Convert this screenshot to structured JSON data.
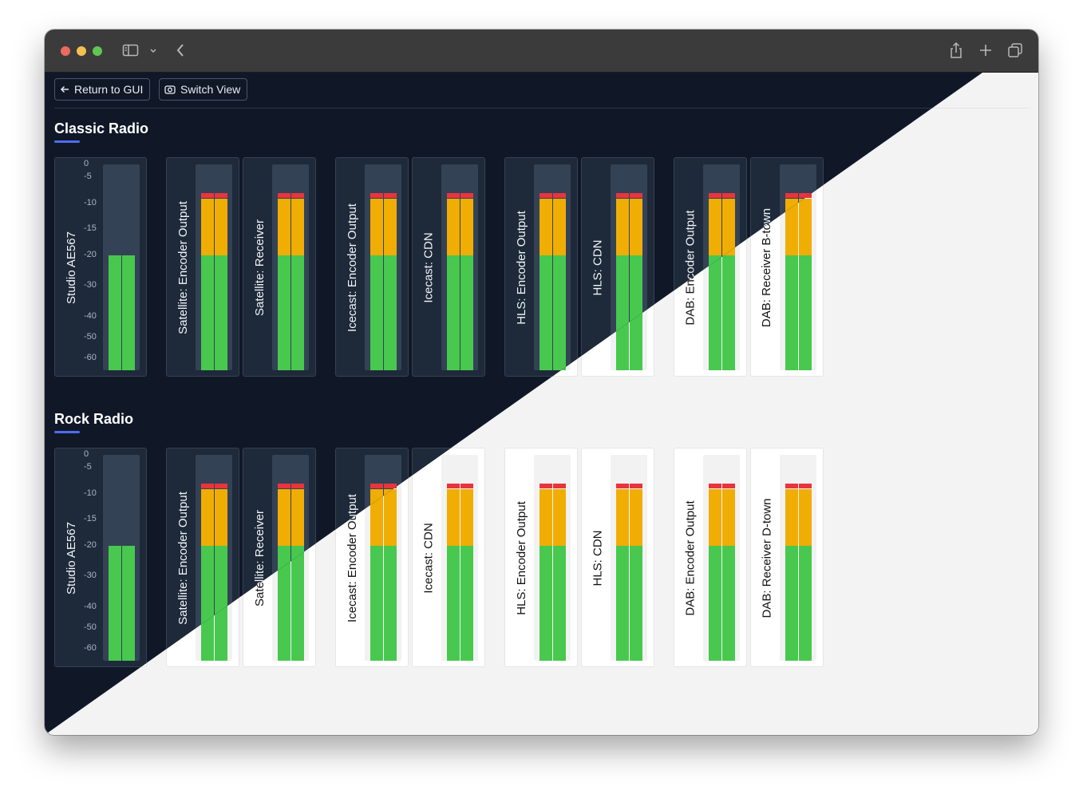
{
  "toolbar": {
    "return_label": "Return to GUI",
    "switch_label": "Switch View"
  },
  "colors": {
    "dark_bg": "#101828",
    "light_bg": "#f3f3f3",
    "green": "#48c84f",
    "yellow": "#f0ad04",
    "red": "#e8343f",
    "accent": "#4f6bf0"
  },
  "scale_labels": [
    "0",
    "-5",
    "-10",
    "-15",
    "-20",
    "-30",
    "-40",
    "-50",
    "-60"
  ],
  "meter_levels": {
    "green_peak_db": -20,
    "yellow_peak_db": -9,
    "red_peak_db": -8
  },
  "groups": [
    {
      "title": "Classic Radio",
      "studio_label": "Studio AE567",
      "outputs": [
        "Satellite: Encoder Output",
        "Satellite: Receiver",
        "Icecast: Encoder Output",
        "Icecast: CDN",
        "HLS: Encoder Output",
        "HLS: CDN",
        "DAB: Encoder Output",
        "DAB: Receiver B-town"
      ]
    },
    {
      "title": "Rock Radio",
      "studio_label": "Studio AE567",
      "outputs": [
        "Satellite: Encoder Output",
        "Satellite: Receiver",
        "Icecast: Encoder Output",
        "Icecast: CDN",
        "HLS: Encoder Output",
        "HLS: CDN",
        "DAB: Encoder Output",
        "DAB: Receiver D-town"
      ]
    }
  ]
}
